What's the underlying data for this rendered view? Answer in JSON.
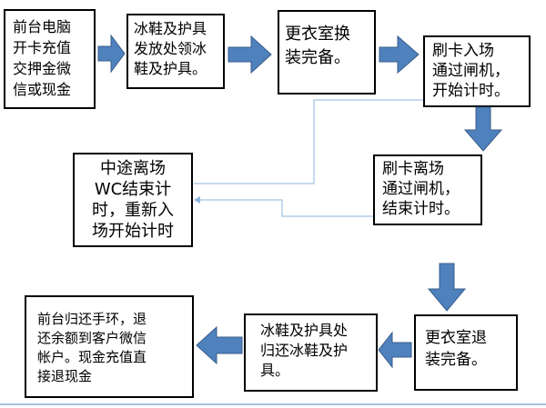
{
  "steps": [
    {
      "id": "b1",
      "text": "前台电脑\n开卡充值\n交押金微\n信或现金"
    },
    {
      "id": "b2",
      "text": "冰鞋及护具\n发放处领冰\n鞋及护具。"
    },
    {
      "id": "b3",
      "text": "更衣室换\n装完备。"
    },
    {
      "id": "b4",
      "text": "刷卡入场\n通过闸机，\n开始计时。"
    },
    {
      "id": "b5",
      "text": "刷卡离场\n通过闸机，\n结束计时。"
    },
    {
      "id": "b6",
      "text": "中途离场\nWC结束计\n时，重新入\n场开始计时"
    },
    {
      "id": "b7",
      "text": "更衣室退\n装完备。"
    },
    {
      "id": "b8",
      "text": "冰鞋及护具处\n归还冰鞋及护\n具。"
    },
    {
      "id": "b9",
      "text": "前台归还手环，退\n还余额到客户微信\n帐户。现金充值直\n接退现金"
    }
  ],
  "colors": {
    "arrow_fill": "#4f81bd",
    "arrow_stroke": "#385d8a",
    "connector": "#8eb4e3",
    "box_border": "#000000"
  }
}
